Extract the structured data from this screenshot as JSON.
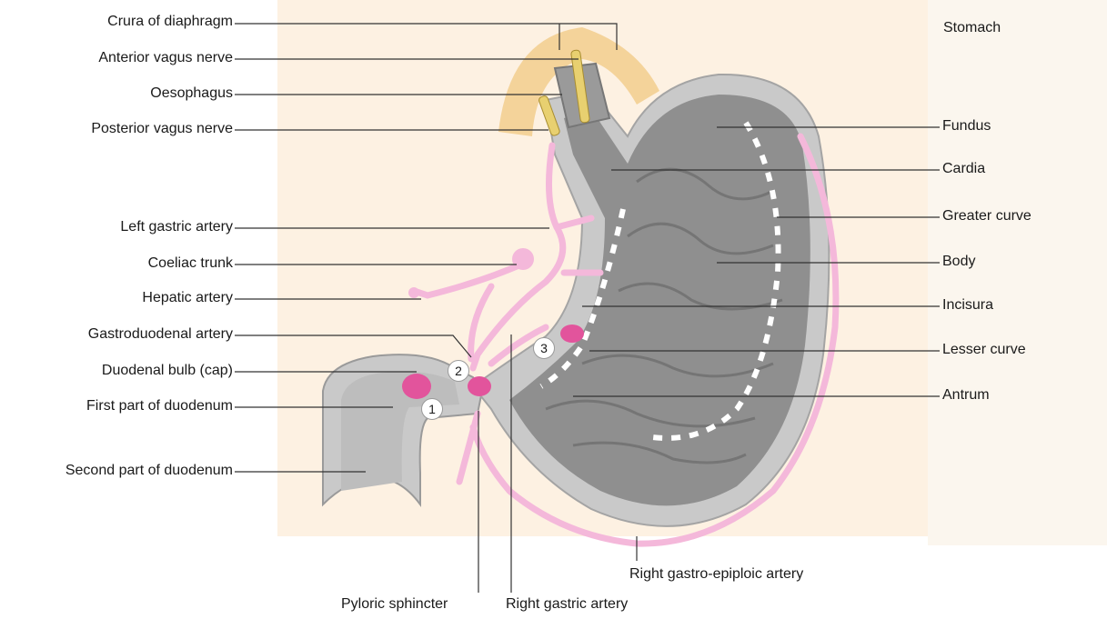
{
  "figure": {
    "section_title": "Stomach",
    "labels_left": [
      "Crura of diaphragm",
      "Anterior vagus nerve",
      "Oesophagus",
      "Posterior vagus nerve",
      "Left gastric artery",
      "Coeliac trunk",
      "Hepatic artery",
      "Gastroduodenal artery",
      "Duodenal bulb (cap)",
      "First part of duodenum",
      "Second part of duodenum"
    ],
    "labels_right": [
      "Fundus",
      "Cardia",
      "Greater curve",
      "Body",
      "Incisura",
      "Lesser curve",
      "Antrum"
    ],
    "labels_bottom": [
      "Right gastro-epiploic artery",
      "Pyloric sphincter",
      "Right gastric artery"
    ],
    "markers": [
      "1",
      "2",
      "3"
    ],
    "colors": {
      "background_panel": "#fdf1e2",
      "stomach_wall": "#c9c9c9",
      "stomach_inner": "#8f8f8f",
      "artery": "#f4b8da",
      "sphincter": "#e2549c",
      "nerve": "#e8d070",
      "diaphragm": "#f3cf92"
    }
  }
}
